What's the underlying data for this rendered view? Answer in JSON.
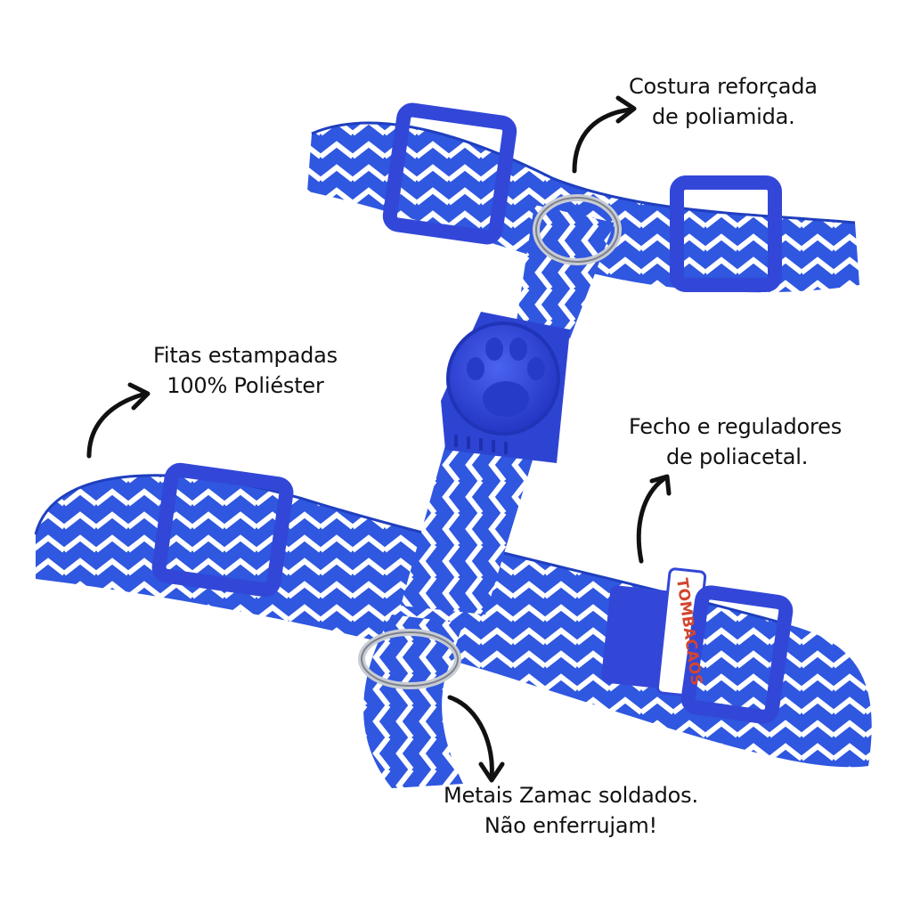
{
  "image": {
    "subject": "blue and white chevron dog harness",
    "colors": {
      "background": "#ffffff",
      "strap_blue": "#2f57e0",
      "chevron_white": "#ffffff",
      "buckle_blue": "#3247d8",
      "ring_metal": "#c8ccd4",
      "arrow": "#111111"
    }
  },
  "callouts": {
    "costura": {
      "line1": "Costura reforçada",
      "line2": "de poliamida."
    },
    "fitas": {
      "line1": "Fitas estampadas",
      "line2": "100% Poliéster"
    },
    "fecho": {
      "line1": "Fecho e reguladores",
      "line2": "de poliacetal."
    },
    "metais": {
      "line1": "Metais Zamac soldados.",
      "line2": "Não enferrujam!"
    }
  },
  "brand": {
    "label": "TOMBACAOS"
  }
}
